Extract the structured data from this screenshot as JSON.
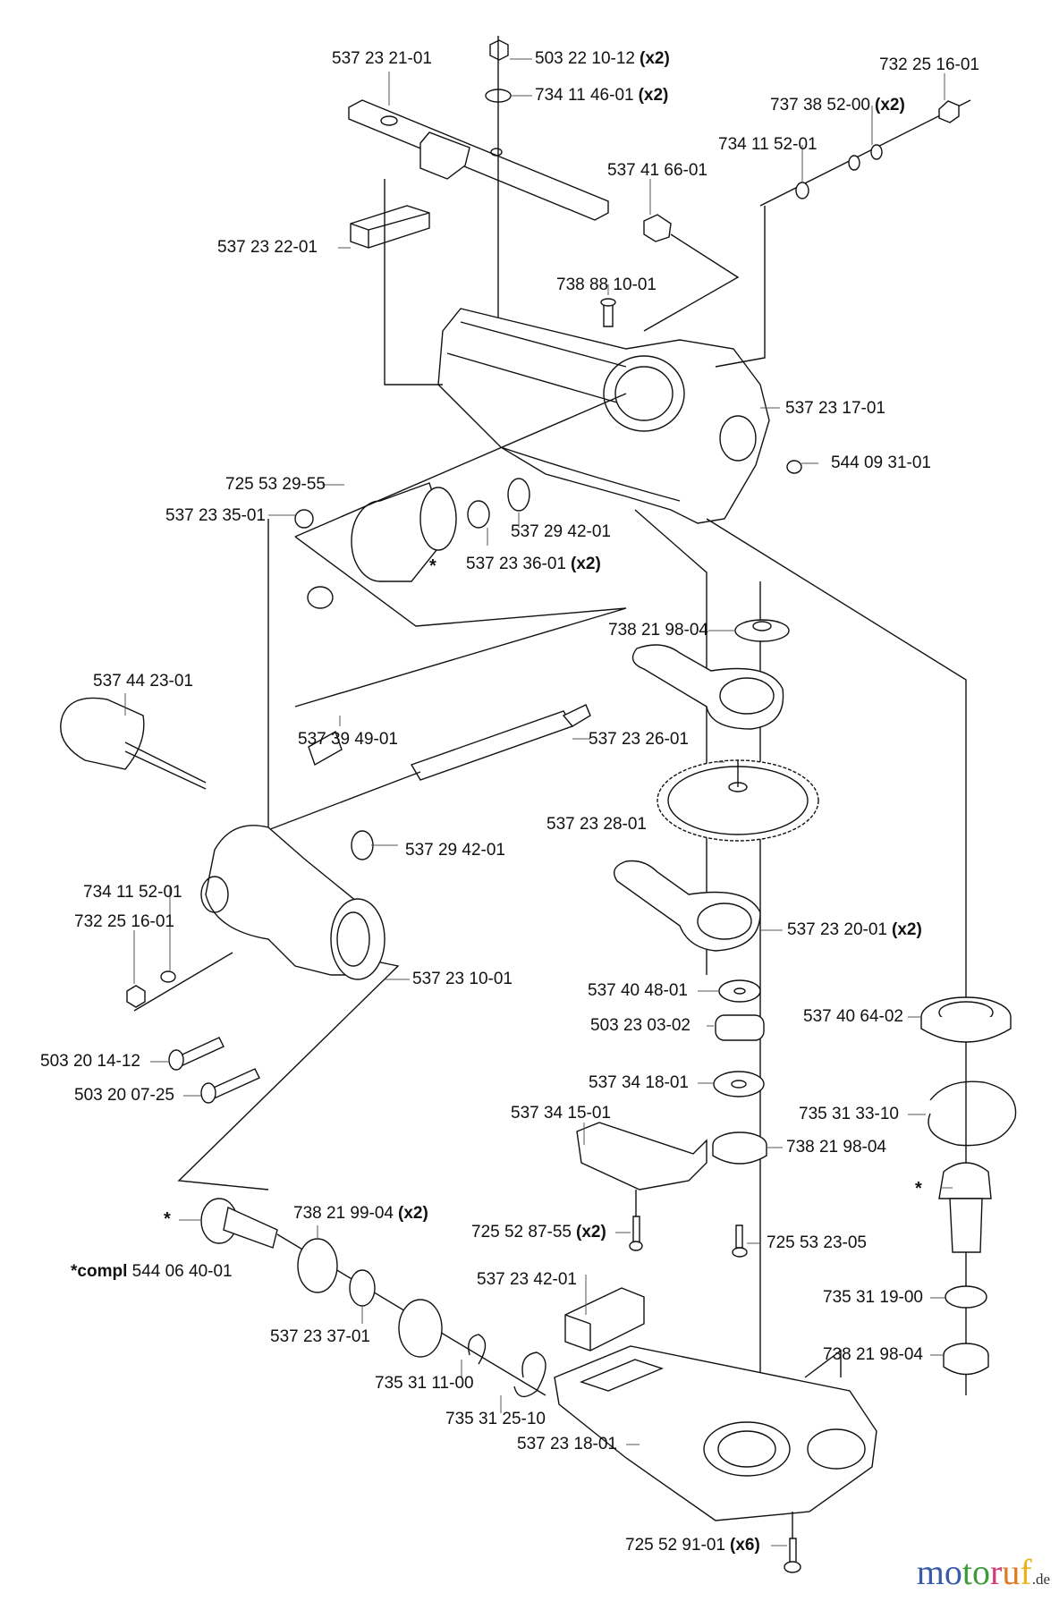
{
  "diagram": {
    "type": "exploded-parts-diagram",
    "labels": [
      {
        "id": "p1",
        "part": "537 23 21-01",
        "qty": ""
      },
      {
        "id": "p2",
        "part": "503 22 10-12",
        "qty": "(x2)"
      },
      {
        "id": "p3",
        "part": "734 11 46-01",
        "qty": "(x2)"
      },
      {
        "id": "p4",
        "part": "732 25 16-01",
        "qty": ""
      },
      {
        "id": "p5",
        "part": "737 38 52-00",
        "qty": "(x2)"
      },
      {
        "id": "p6",
        "part": "734 11 52-01",
        "qty": ""
      },
      {
        "id": "p7",
        "part": "537 41 66-01",
        "qty": ""
      },
      {
        "id": "p8",
        "part": "537 23 22-01",
        "qty": ""
      },
      {
        "id": "p9",
        "part": "738 88 10-01",
        "qty": ""
      },
      {
        "id": "p10",
        "part": "537 23 17-01",
        "qty": ""
      },
      {
        "id": "p11",
        "part": "544 09 31-01",
        "qty": ""
      },
      {
        "id": "p12",
        "part": "725 53 29-55",
        "qty": ""
      },
      {
        "id": "p13",
        "part": "537 23 35-01",
        "qty": ""
      },
      {
        "id": "p14",
        "part": "537 29 42-01",
        "qty": ""
      },
      {
        "id": "p15",
        "part": "537 23 36-01",
        "qty": "(x2)"
      },
      {
        "id": "p16",
        "part": "738 21 98-04",
        "qty": ""
      },
      {
        "id": "p17",
        "part": "537 44 23-01",
        "qty": ""
      },
      {
        "id": "p18",
        "part": "537 39 49-01",
        "qty": ""
      },
      {
        "id": "p19",
        "part": "537 23 26-01",
        "qty": ""
      },
      {
        "id": "p20",
        "part": "537 23 28-01",
        "qty": ""
      },
      {
        "id": "p21",
        "part": "537 29 42-01",
        "qty": ""
      },
      {
        "id": "p22",
        "part": "734 11 52-01",
        "qty": ""
      },
      {
        "id": "p23",
        "part": "732 25 16-01",
        "qty": ""
      },
      {
        "id": "p24",
        "part": "537 23 20-01",
        "qty": "(x2)"
      },
      {
        "id": "p25",
        "part": "537 23 10-01",
        "qty": ""
      },
      {
        "id": "p26",
        "part": "537 40 48-01",
        "qty": ""
      },
      {
        "id": "p27",
        "part": "503 23 03-02",
        "qty": ""
      },
      {
        "id": "p28",
        "part": "537 40 64-02",
        "qty": ""
      },
      {
        "id": "p29",
        "part": "503 20 14-12",
        "qty": ""
      },
      {
        "id": "p30",
        "part": "503 20 07-25",
        "qty": ""
      },
      {
        "id": "p31",
        "part": "537 34 18-01",
        "qty": ""
      },
      {
        "id": "p32",
        "part": "537 34 15-01",
        "qty": ""
      },
      {
        "id": "p33",
        "part": "735 31 33-10",
        "qty": ""
      },
      {
        "id": "p34",
        "part": "738 21 98-04",
        "qty": ""
      },
      {
        "id": "p35",
        "part": "738 21 99-04",
        "qty": "(x2)"
      },
      {
        "id": "p36",
        "part": "725 52 87-55",
        "qty": "(x2)"
      },
      {
        "id": "p37",
        "part": "725 53 23-05",
        "qty": ""
      },
      {
        "id": "p38",
        "part": "537 23 42-01",
        "qty": ""
      },
      {
        "id": "p39",
        "part": "735 31 19-00",
        "qty": ""
      },
      {
        "id": "p40",
        "part": "537 23 37-01",
        "qty": ""
      },
      {
        "id": "p41",
        "part": "738 21 98-04",
        "qty": ""
      },
      {
        "id": "p42",
        "part": "735 31 11-00",
        "qty": ""
      },
      {
        "id": "p43",
        "part": "735 31 25-10",
        "qty": ""
      },
      {
        "id": "p44",
        "part": "537 23 18-01",
        "qty": ""
      },
      {
        "id": "p45",
        "part": "725 52 91-01",
        "qty": "(x6)"
      }
    ],
    "compl_note": {
      "prefix": "*compl",
      "part": "544 06 40-01"
    },
    "star_marker": "*"
  },
  "watermark": {
    "letters": [
      {
        "ch": "m",
        "color": "#3a5ba8"
      },
      {
        "ch": "o",
        "color": "#3a5ba8"
      },
      {
        "ch": "t",
        "color": "#3f9a3a"
      },
      {
        "ch": "o",
        "color": "#3f9a3a"
      },
      {
        "ch": "r",
        "color": "#d13f7a"
      },
      {
        "ch": "u",
        "color": "#e07a1f"
      },
      {
        "ch": "f",
        "color": "#e8b31c"
      }
    ],
    "suffix": ".de"
  }
}
